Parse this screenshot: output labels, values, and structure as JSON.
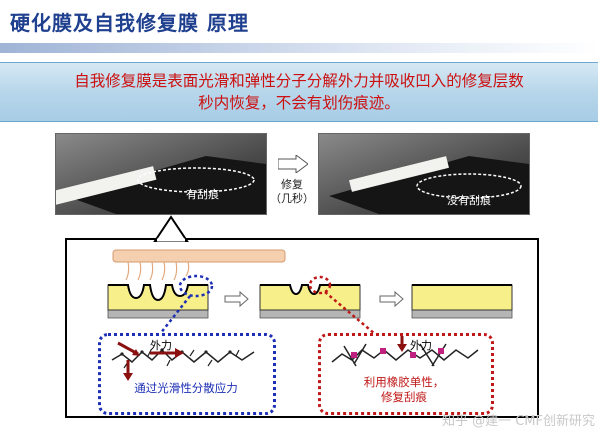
{
  "title": "硬化膜及自我修复膜 原理",
  "banner": {
    "line1": "自我修复膜是表面光滑和弹性分子分解外力并吸收凹入的修复层数",
    "line2": "秒内恢复，不会有划伤痕迹。"
  },
  "photos": {
    "before_label": "有刮痕",
    "after_label": "没有刮痕"
  },
  "repair": {
    "line1": "修复",
    "line2": "（几秒）"
  },
  "diagram": {
    "force_left": "外力",
    "force_right": "外力",
    "caption_left": "通过光滑性分散应力",
    "caption_right_line1": "利用橡胶单性，",
    "caption_right_line2": "修复刮痕"
  },
  "watermark": "知乎 @建一 CMF创新研究",
  "colors": {
    "title": "#1f3f8f",
    "banner_text": "#cc1010",
    "blue_dotted": "#1c2fb5",
    "red_dotted": "#c01818",
    "film_yellow": "#f7ef8a"
  }
}
